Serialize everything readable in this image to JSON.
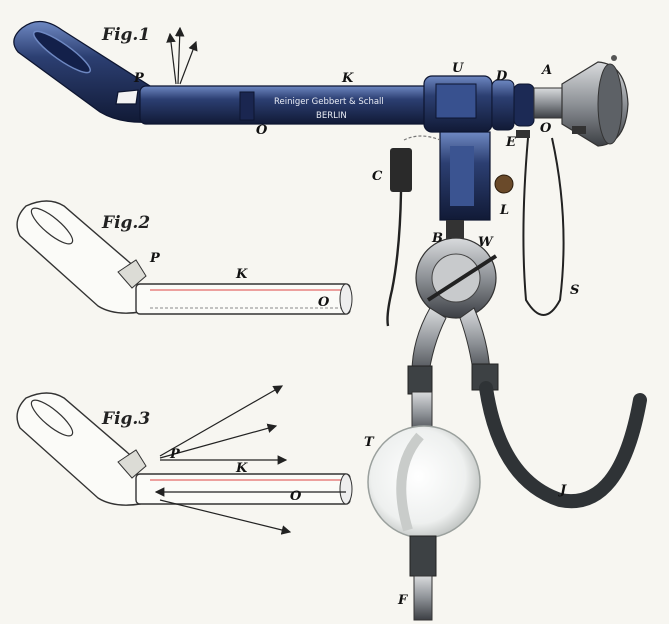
{
  "figures": {
    "fig1": "Fig.1",
    "fig2": "Fig.2",
    "fig3": "Fig.3"
  },
  "maker": {
    "name": "Reiniger Gebbert & Schall",
    "city": "BERLIN"
  },
  "labels": {
    "fig1": {
      "P": "P",
      "K": "K",
      "O": "O",
      "U": "U",
      "D": "D",
      "A": "A",
      "O2": "O",
      "E": "E",
      "C": "C",
      "L": "L",
      "B": "B",
      "W": "W",
      "S": "S",
      "T": "T",
      "J": "J",
      "F": "F"
    },
    "fig2": {
      "P": "P",
      "K": "K",
      "O": "O"
    },
    "fig3": {
      "P": "P",
      "K": "K",
      "O": "O"
    }
  },
  "colors": {
    "scope_blue": "#1d2c55",
    "scope_highlight": "#4e6aa8",
    "metal": "#8b8f94",
    "rubber": "#2f3336",
    "background": "#f7f6f1"
  }
}
